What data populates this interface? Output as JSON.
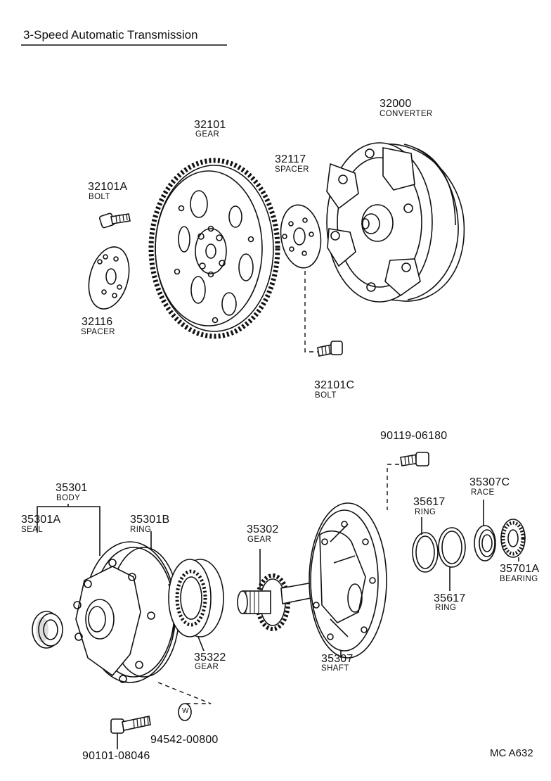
{
  "title": "3-Speed Automatic Transmission",
  "reference": "MC  A632",
  "parts": {
    "p32101A": {
      "number": "32101A",
      "name": "BOLT"
    },
    "p32101": {
      "number": "32101",
      "name": "GEAR"
    },
    "p32117": {
      "number": "32117",
      "name": "SPACER"
    },
    "p32000": {
      "number": "32000",
      "name": "CONVERTER"
    },
    "p32116": {
      "number": "32116",
      "name": "SPACER"
    },
    "p32101C": {
      "number": "32101C",
      "name": "BOLT"
    },
    "p90119": {
      "number": "90119-06180"
    },
    "p35301": {
      "number": "35301",
      "name": "BODY"
    },
    "p35301A": {
      "number": "35301A",
      "name": "SEAL"
    },
    "p35301B": {
      "number": "35301B",
      "name": "RING"
    },
    "p35302": {
      "number": "35302",
      "name": "GEAR"
    },
    "p35617a": {
      "number": "35617",
      "name": "RING"
    },
    "p35307C": {
      "number": "35307C",
      "name": "RACE"
    },
    "p35701A": {
      "number": "35701A",
      "name": "BEARING"
    },
    "p35617b": {
      "number": "35617",
      "name": "RING"
    },
    "p35322": {
      "number": "35322",
      "name": "GEAR"
    },
    "p35307": {
      "number": "35307",
      "name": "SHAFT"
    },
    "p94542": {
      "number": "94542-00800",
      "mark": "W"
    },
    "p90101": {
      "number": "90101-08046"
    }
  }
}
